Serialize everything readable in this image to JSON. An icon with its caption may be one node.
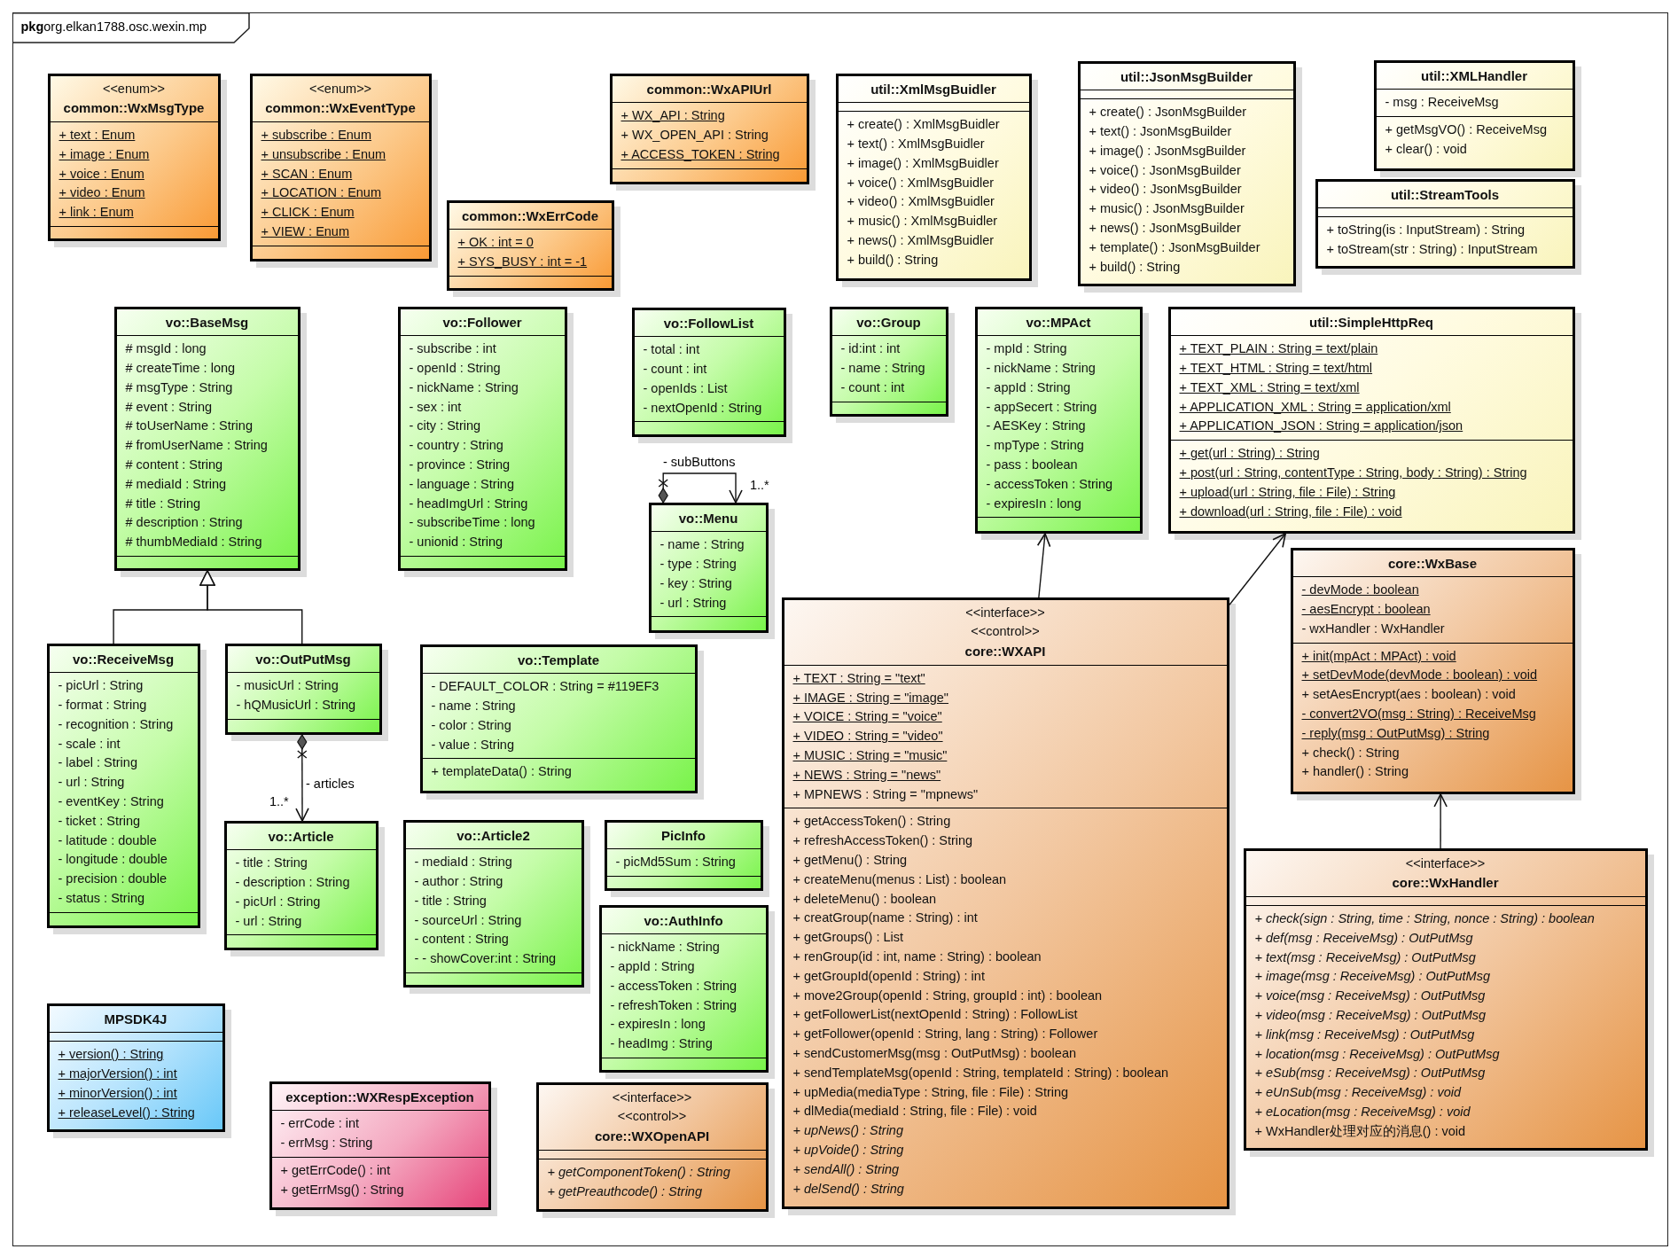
{
  "diagram": {
    "nodes": [
      {
        "text": [
          "**pkg**org.elkan1788.osc.wexin.mp"
        ]
      },
      {
        "text": [
          "<<enum>>",
          "common::WxMsgType",
          "+ text : Enum",
          "+ image : Enum",
          "+ voice : Enum",
          "+ video : Enum",
          "+ link : Enum"
        ],
        "in": 0
      },
      {
        "text": [
          "<<enum>>",
          "common::WxEventType",
          "+ subscribe : Enum",
          "+ unsubscribe : Enum",
          "+ SCAN : Enum",
          "+ LOCATION : Enum",
          "+ CLICK : Enum",
          "+ VIEW : Enum"
        ],
        "in": 0
      },
      {
        "text": [
          "common::WxAPIUrl",
          "+ WX_API : String",
          "+ WX_OPEN_API : String",
          "+ ACCESS_TOKEN : String"
        ],
        "in": 0
      },
      {
        "text": [
          "util::XmlMsgBuidler",
          "+ create() : XmlMsgBuidler",
          "+ text() : XmlMsgBuidler",
          "+ image() : XmlMsgBuidler",
          "+ voice() : XmlMsgBuidler",
          "+ video() : XmlMsgBuidler",
          "+ music() : XmlMsgBuidler",
          "+ news() : XmlMsgBuidler",
          "+ build() : String"
        ],
        "in": 0
      },
      {
        "text": [
          "util::JsonMsgBuilder",
          "+ create() : JsonMsgBuilder",
          "+ text() : JsonMsgBuilder",
          "+ image() : JsonMsgBuilder",
          "+ voice() : JsonMsgBuilder",
          "+ video() : JsonMsgBuilder",
          "+ music() : JsonMsgBuilder",
          "+ news() : JsonMsgBuilder",
          "+ template() : JsonMsgBuilder",
          "+ build() : String"
        ],
        "in": 0
      },
      {
        "text": [
          "util::XMLHandler",
          "- msg : ReceiveMsg",
          "+ getMsgVO() : ReceiveMsg",
          "+ clear() : void"
        ],
        "in": 0
      },
      {
        "text": [
          "common::WxErrCode",
          "+ OK : int = 0",
          "+ SYS_BUSY : int = -1"
        ],
        "in": 0
      },
      {
        "text": [
          "util::StreamTools",
          "+ toString(is : InputStream) : String",
          "+ toStream(str : String) : InputStream"
        ],
        "in": 0
      },
      {
        "text": [
          "vo::BaseMsg",
          "# msgId : long",
          "# createTime : long",
          "# msgType : String",
          "# event : String",
          "# toUserName : String",
          "# fromUserName : String",
          "# content : String",
          "# mediaId : String",
          "# title : String",
          "# description : String",
          "# thumbMediaId : String"
        ],
        "in": 0
      },
      {
        "text": [
          "vo::Follower",
          "- subscribe : int",
          "- openId : String",
          "- nickName : String",
          "- sex : int",
          "- city : String",
          "- country : String",
          "- province : String",
          "- language : String",
          "- headImgUrl : String",
          "- subscribeTime : long",
          "- unionid : String"
        ],
        "in": 0
      },
      {
        "text": [
          "vo::FollowList",
          "- total : int",
          "- count : int",
          "- openIds : List",
          "- nextOpenId : String"
        ],
        "in": 0
      },
      {
        "text": [
          "vo::Group",
          "- id:int : int",
          "- name : String",
          "- count : int"
        ],
        "in": 0
      },
      {
        "text": [
          "vo::MPAct",
          "- mpId : String",
          "- nickName : String",
          "- appId : String",
          "- appSecert : String",
          "- AESKey : String",
          "- mpType : String",
          "- pass : boolean",
          "- accessToken : String",
          "- expiresIn : long"
        ],
        "in": 0
      },
      {
        "text": [
          "util::SimpleHttpReq",
          "+ TEXT_PLAIN : String = text/plain",
          "+ TEXT_HTML : String = text/html",
          "+ TEXT_XML : String = text/xml",
          "+ APPLICATION_XML : String = application/xml",
          "+ APPLICATION_JSON : String = application/json",
          "+ get(url : String) : String",
          "+ post(url : String, contentType : String, body : String) : String",
          "+ upload(url : String, file : File) : String",
          "+ download(url : String, file : File) : void"
        ],
        "in": 0
      },
      {
        "text": [
          "vo::Menu",
          "- name : String",
          "- type : String",
          "- key : String",
          "- url : String"
        ],
        "in": 0
      },
      {
        "text": [
          "core::WxBase",
          "- devMode : boolean",
          "- aesEncrypt : boolean",
          "- wxHandler : WxHandler",
          "+ init(mpAct : MPAct) : void",
          "+ setDevMode(devMode : boolean) : void",
          "+ setAesEncrypt(aes : boolean) : void",
          "- convert2VO(msg : String) : ReceiveMsg",
          "- reply(msg : OutPutMsg) : String",
          "+ check() : String",
          "+ handler() : String"
        ],
        "in": 0
      },
      {
        "text": [
          "<<interface>>",
          "<<control>>",
          "core::WXAPI",
          "+ TEXT : String = \"text\"",
          "+ IMAGE : String = \"image\"",
          "+ VOICE : String = \"voice\"",
          "+ VIDEO : String = \"video\"",
          "+ MUSIC : String = \"music\"",
          "+ NEWS : String = \"news\"",
          "+ MPNEWS : String = \"mpnews\"",
          "+ getAccessToken() : String",
          "+ refreshAccessToken() : String",
          "+ getMenu() : String",
          "+ createMenu(menus : List) : boolean",
          "+ deleteMenu() : boolean",
          "+ creatGroup(name : String) : int",
          "+ getGroups() : List",
          "+ renGroup(id : int, name : String) : boolean",
          "+ getGroupId(openId : String) : int",
          "+ move2Group(openId : String, groupId : int) : boolean",
          "+ getFollowerList(nextOpenId : String) : FollowList",
          "+ getFollower(openId : String, lang : String) : Follower",
          "+ sendCustomerMsg(msg : OutPutMsg) : boolean",
          "+ sendTemplateMsg(openId : String, templateId : String) : boolean",
          "+ upMedia(mediaType : String, file : File) : String",
          "+ dlMedia(mediaId : String, file : File) : void",
          "+ upNews() : String",
          "+ upVoide() : String",
          "+ sendAll() : String",
          "+ delSend() : String"
        ],
        "in": 0
      },
      {
        "text": [
          "vo::ReceiveMsg",
          "- picUrl : String",
          "- format : String",
          "- recognition : String",
          "- scale : int",
          "- label : String",
          "- url : String",
          "- eventKey : String",
          "- ticket : String",
          "- latitude : double",
          "- longitude : double",
          "- precision : double",
          "- status : String"
        ],
        "in": 0
      },
      {
        "text": [
          "vo::OutPutMsg",
          "- musicUrl : String",
          "- hQMusicUrl : String"
        ],
        "in": 0
      },
      {
        "text": [
          "vo::Template",
          "- DEFAULT_COLOR : String = #119EF3",
          "- name : String",
          "- color : String",
          "- value : String",
          "+ templateData() : String"
        ],
        "in": 0
      },
      {
        "text": [
          "vo::Article",
          "- title : String",
          "- description : String",
          "- picUrl : String",
          "- url : String"
        ],
        "in": 0
      },
      {
        "text": [
          "vo::Article2",
          "- mediaId : String",
          "- author : String",
          "- title : String",
          "- sourceUrl : String",
          "- content : String",
          "- - showCover:int : String"
        ],
        "in": 0
      },
      {
        "text": [
          "PicInfo",
          "- picMd5Sum : String"
        ],
        "in": 0
      },
      {
        "text": [
          "<<interface>>",
          "core::WxHandler",
          "+ check(sign : String, time : String, nonce : String) : boolean",
          "+ def(msg : ReceiveMsg) : OutPutMsg",
          "+ text(msg : ReceiveMsg) : OutPutMsg",
          "+ image(msg : ReceiveMsg) : OutPutMsg",
          "+ voice(msg : ReceiveMsg) : OutPutMsg",
          "+ video(msg : ReceiveMsg) : OutPutMsg",
          "+ link(msg : ReceiveMsg) : OutPutMsg",
          "+ location(msg : ReceiveMsg) : OutPutMsg",
          "+ eSub(msg : ReceiveMsg) : OutPutMsg",
          "+ eUnSub(msg : ReceiveMsg) : void",
          "+ eLocation(msg : ReceiveMsg) : void",
          "+ WxHandler处理对应的消息() : void"
        ],
        "in": 0
      },
      {
        "text": [
          "vo::AuthInfo",
          "- nickName : String",
          "- appId : String",
          "- accessToken : String",
          "- refreshToken : String",
          "- expiresIn : long",
          "- headImg : String"
        ],
        "in": 0
      },
      {
        "text": [
          "MPSDK4J",
          "+ version() : String",
          "+ majorVersion() : int",
          "+ minorVersion() : int",
          "+ releaseLevel() : String"
        ],
        "in": 0
      },
      {
        "text": [
          "exception::WXRespException",
          "- errCode : int",
          "- errMsg : String",
          "+ getErrCode() : int",
          "+ getErrMsg() : String"
        ],
        "in": 0
      },
      {
        "text": [
          "<<interface>>",
          "<<control>>",
          "core::WXOpenAPI",
          "+ getComponentToken() : String",
          "+ getPreauthcode() : String"
        ],
        "in": 0
      }
    ],
    "edges": [
      {
        "from": 18,
        "to": 9,
        "arrow": "to"
      },
      {
        "from": 19,
        "to": 9,
        "arrow": "to"
      },
      {
        "from": 15,
        "to": 15,
        "arrow": "to",
        "label": "- subButtons"
      },
      {
        "from": 19,
        "to": 21,
        "arrow": "to",
        "label": "- articles"
      },
      {
        "from": 17,
        "to": 13,
        "arrow": "to"
      },
      {
        "from": 17,
        "to": 14,
        "arrow": "to"
      },
      {
        "from": 24,
        "to": 16,
        "arrow": "to"
      }
    ],
    "labels": [
      "1..*",
      "1..*"
    ]
  }
}
